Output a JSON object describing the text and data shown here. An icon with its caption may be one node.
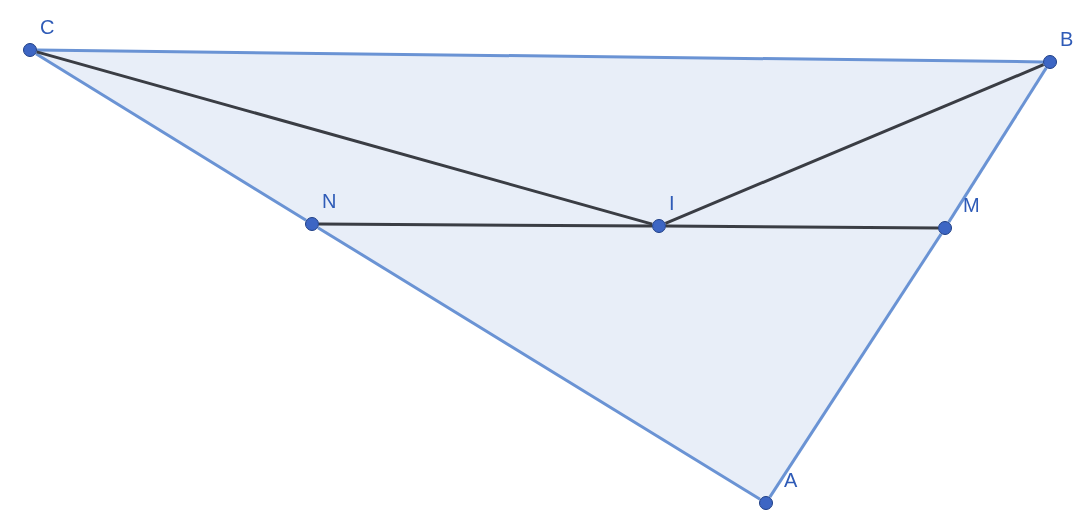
{
  "diagram": {
    "nodes": [
      {
        "text": [
          "C"
        ]
      },
      {
        "text": [
          "B"
        ]
      },
      {
        "text": [
          "N"
        ]
      },
      {
        "text": [
          "I"
        ]
      },
      {
        "text": [
          "M"
        ]
      },
      {
        "text": [
          "A"
        ]
      }
    ],
    "edges": [
      {
        "from": 0,
        "to": 1,
        "arrow": "none"
      },
      {
        "from": 1,
        "to": 4,
        "arrow": "none"
      },
      {
        "from": 4,
        "to": 5,
        "arrow": "none"
      },
      {
        "from": 5,
        "to": 2,
        "arrow": "none"
      },
      {
        "from": 2,
        "to": 0,
        "arrow": "none"
      },
      {
        "from": 0,
        "to": 3,
        "arrow": "none",
        "color": "#3a3d44"
      },
      {
        "from": 3,
        "to": 1,
        "arrow": "none",
        "color": "#3a3d44"
      },
      {
        "from": 2,
        "to": 3,
        "arrow": "none",
        "color": "#3a3d44"
      },
      {
        "from": 3,
        "to": 4,
        "arrow": "none",
        "color": "#3a3d44"
      }
    ]
  }
}
